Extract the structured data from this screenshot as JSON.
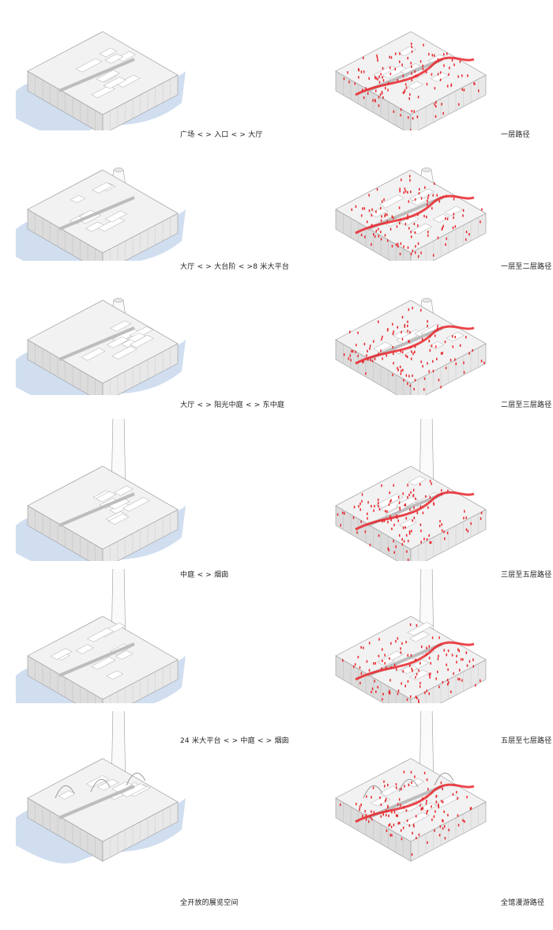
{
  "rows": [
    {
      "left_caption": "广场 < > 入口 < > 大厅",
      "right_caption": "一层路径",
      "chimney": false,
      "chimney_tall": false,
      "open": false
    },
    {
      "left_caption": "大厅 < > 大台阶 < >8 米大平台",
      "right_caption": "一层至二层路径",
      "chimney": true,
      "chimney_tall": false,
      "open": false
    },
    {
      "left_caption": "大厅 < > 阳光中庭 < > 东中庭",
      "right_caption": "二层至三层路径",
      "chimney": true,
      "chimney_tall": false,
      "open": false
    },
    {
      "left_caption": "中庭 < > 烟囱",
      "right_caption": "三层至五层路径",
      "chimney": true,
      "chimney_tall": true,
      "open": false
    },
    {
      "left_caption": "24 米大平台 < > 中庭 < > 烟囱",
      "right_caption": "五层至七层路径",
      "chimney": true,
      "chimney_tall": true,
      "open": false
    },
    {
      "left_caption": "全开放的展览空间",
      "right_caption": "全馆漫游路径",
      "chimney": true,
      "chimney_tall": true,
      "open": true
    }
  ],
  "colors": {
    "building_top": "#f2f2f2",
    "building_side": "#dcdcdc",
    "building_line": "#9a9a9a",
    "flow_blue": "#a9c3e4",
    "path_red": "#e8262b"
  }
}
